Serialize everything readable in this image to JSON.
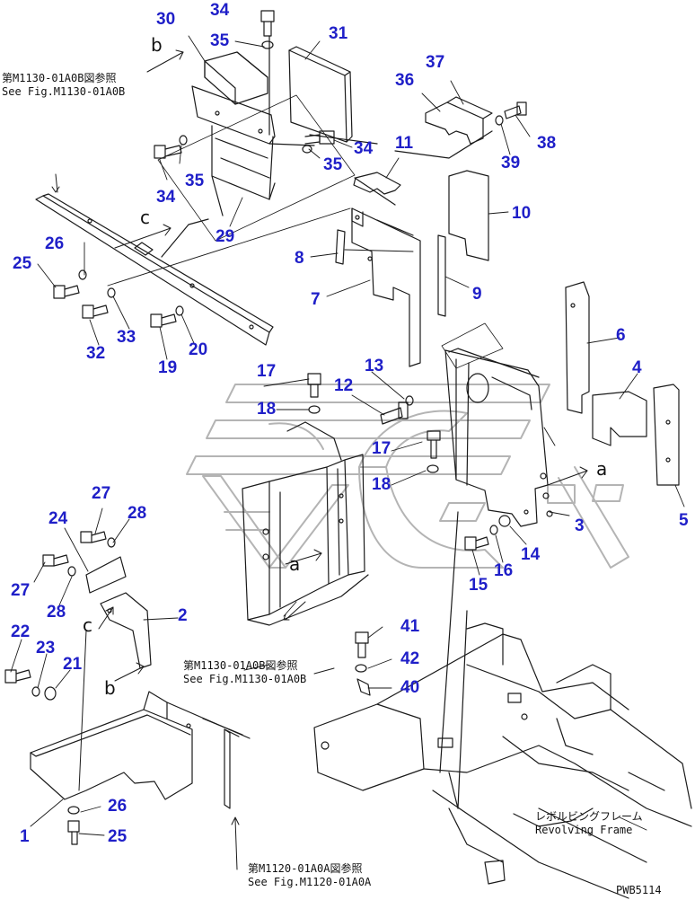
{
  "diagram": {
    "drawing_code": "PWB5114",
    "colors": {
      "callout": "#1f1fc8",
      "line": "#1a1a1a",
      "watermark": "#b4b4b4"
    },
    "callouts": [
      "1",
      "2",
      "3",
      "4",
      "5",
      "6",
      "7",
      "8",
      "9",
      "10",
      "11",
      "12",
      "13",
      "14",
      "15",
      "16",
      "17",
      "17",
      "18",
      "18",
      "19",
      "20",
      "21",
      "22",
      "23",
      "24",
      "25",
      "25",
      "26",
      "26",
      "27",
      "27",
      "28",
      "28",
      "29",
      "30",
      "31",
      "32",
      "33",
      "34",
      "34",
      "34",
      "35",
      "35",
      "35",
      "36",
      "37",
      "38",
      "39",
      "40",
      "41",
      "42"
    ],
    "view_markers": [
      "b",
      "c",
      "a",
      "a",
      "c",
      "b"
    ],
    "notes": [
      {
        "ja": "第M1130-01A0B図参照",
        "en": "See Fig.M1130-01A0B"
      },
      {
        "ja": "第M1130-01A0B図参照",
        "en": "See Fig.M1130-01A0B"
      },
      {
        "ja": "第M1120-01A0A図参照",
        "en": "See Fig.M1120-01A0A"
      },
      {
        "ja": "レボルビングフレーム",
        "en": "Revolving Frame"
      }
    ]
  }
}
